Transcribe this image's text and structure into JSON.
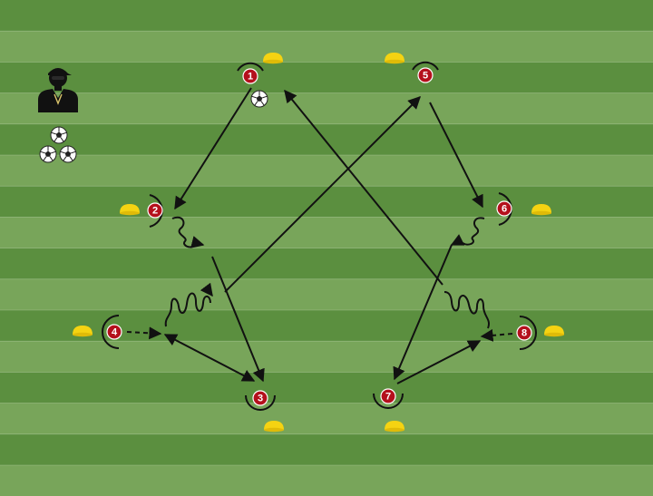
{
  "pitch": {
    "stripe_dark": "#5b8f3f",
    "stripe_light": "#78a55a",
    "line_color": "#c9dcbc"
  },
  "colors": {
    "cone": "#f5d312",
    "player": "#b4101c",
    "arrow": "#111111"
  },
  "players": [
    {
      "number": "1"
    },
    {
      "number": "2"
    },
    {
      "number": "3"
    },
    {
      "number": "4"
    },
    {
      "number": "5"
    },
    {
      "number": "6"
    },
    {
      "number": "7"
    },
    {
      "number": "8"
    }
  ],
  "icons": [
    "coach-icon",
    "ball-icon",
    "cone-icon"
  ]
}
